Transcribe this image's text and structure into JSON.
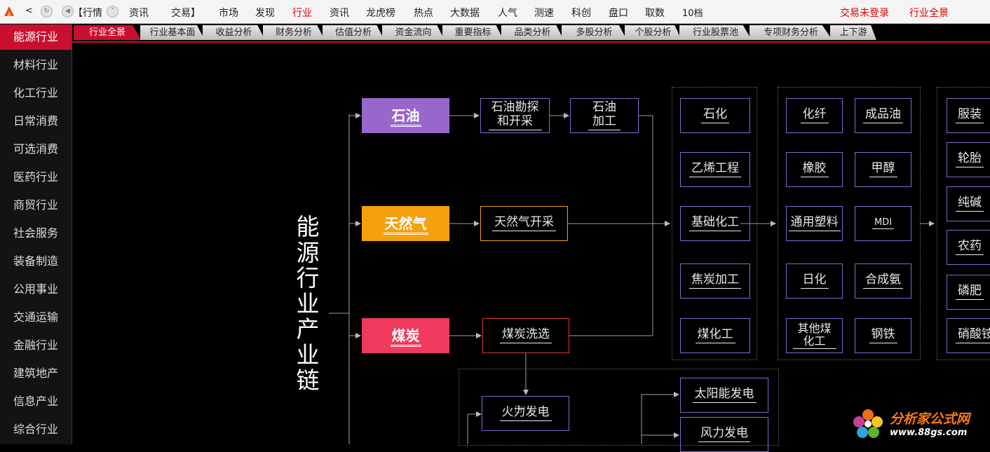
{
  "topbar": {
    "back_label": "<",
    "refresh_label": "↻",
    "prev_label": "◀",
    "down_label": "˅",
    "items": [
      {
        "label": "【行情",
        "active": false
      },
      {
        "label": "资讯",
        "active": false
      },
      {
        "label": "交易】",
        "active": false
      },
      {
        "label": "市场",
        "active": false
      },
      {
        "label": "发现",
        "active": false
      },
      {
        "label": "行业",
        "active": true
      },
      {
        "label": "资讯",
        "active": false
      },
      {
        "label": "龙虎榜",
        "active": false
      },
      {
        "label": "热点",
        "active": false
      },
      {
        "label": "大数据",
        "active": false
      },
      {
        "label": "人气",
        "active": false
      },
      {
        "label": "测速",
        "active": false
      },
      {
        "label": "科创",
        "active": false
      },
      {
        "label": "盘口",
        "active": false
      },
      {
        "label": "取数",
        "active": false
      },
      {
        "label": "10档",
        "active": false
      }
    ],
    "right_items": [
      "交易未登录",
      "行业全景"
    ]
  },
  "sidebar": {
    "items": [
      {
        "label": "能源行业",
        "active": true
      },
      {
        "label": "材料行业",
        "active": false
      },
      {
        "label": "化工行业",
        "active": false
      },
      {
        "label": "日常消费",
        "active": false
      },
      {
        "label": "可选消费",
        "active": false
      },
      {
        "label": "医药行业",
        "active": false
      },
      {
        "label": "商贸行业",
        "active": false
      },
      {
        "label": "社会服务",
        "active": false
      },
      {
        "label": "装备制造",
        "active": false
      },
      {
        "label": "公用事业",
        "active": false
      },
      {
        "label": "交通运输",
        "active": false
      },
      {
        "label": "金融行业",
        "active": false
      },
      {
        "label": "建筑地产",
        "active": false
      },
      {
        "label": "信息产业",
        "active": false
      },
      {
        "label": "综合行业",
        "active": false
      }
    ]
  },
  "tabs": [
    {
      "label": "行业全景",
      "active": true
    },
    {
      "label": "行业基本面",
      "active": false
    },
    {
      "label": "收益分析",
      "active": false
    },
    {
      "label": "财务分析",
      "active": false
    },
    {
      "label": "估值分析",
      "active": false
    },
    {
      "label": "资金流向",
      "active": false
    },
    {
      "label": "重要指标",
      "active": false
    },
    {
      "label": "品类分析",
      "active": false
    },
    {
      "label": "多股分析",
      "active": false
    },
    {
      "label": "个股分析",
      "active": false
    },
    {
      "label": "行业股票池",
      "active": false
    },
    {
      "label": "专项财务分析",
      "active": false
    },
    {
      "label": "上下游",
      "active": false
    }
  ],
  "chain": {
    "title": "能源行业产业链",
    "heads": [
      {
        "label": "石油",
        "color": "#9966cc"
      },
      {
        "label": "天然气",
        "color": "#f5a00f"
      },
      {
        "label": "煤炭",
        "color": "#ef3a5d"
      }
    ],
    "stage1": [
      "石油勘探和开采",
      "天然气开采",
      "煤炭洗选"
    ],
    "stage2": [
      "石油加工"
    ],
    "col_a": [
      "石化",
      "乙烯工程",
      "基础化工",
      "焦炭加工",
      "煤化工"
    ],
    "col_b_left": [
      "化纤",
      "橡胶",
      "通用塑料",
      "日化",
      "其他煤化工"
    ],
    "col_b_right": [
      "成品油",
      "甲醇",
      "MDI",
      "合成氨",
      "钢铁"
    ],
    "col_c": [
      "服装",
      "轮胎",
      "纯碱",
      "农药",
      "磷肥",
      "硝酸铵"
    ],
    "power": [
      "火力发电"
    ],
    "power_out": [
      "太阳能发电",
      "风力发电"
    ]
  },
  "watermark": {
    "text": "分析家公式网",
    "url": "www.88gs.com"
  },
  "colors": {
    "active_red": "#c8102e",
    "node_border": "#8b64d4",
    "coal_border": "#e0352f",
    "gas_border": "#f5a00f"
  }
}
